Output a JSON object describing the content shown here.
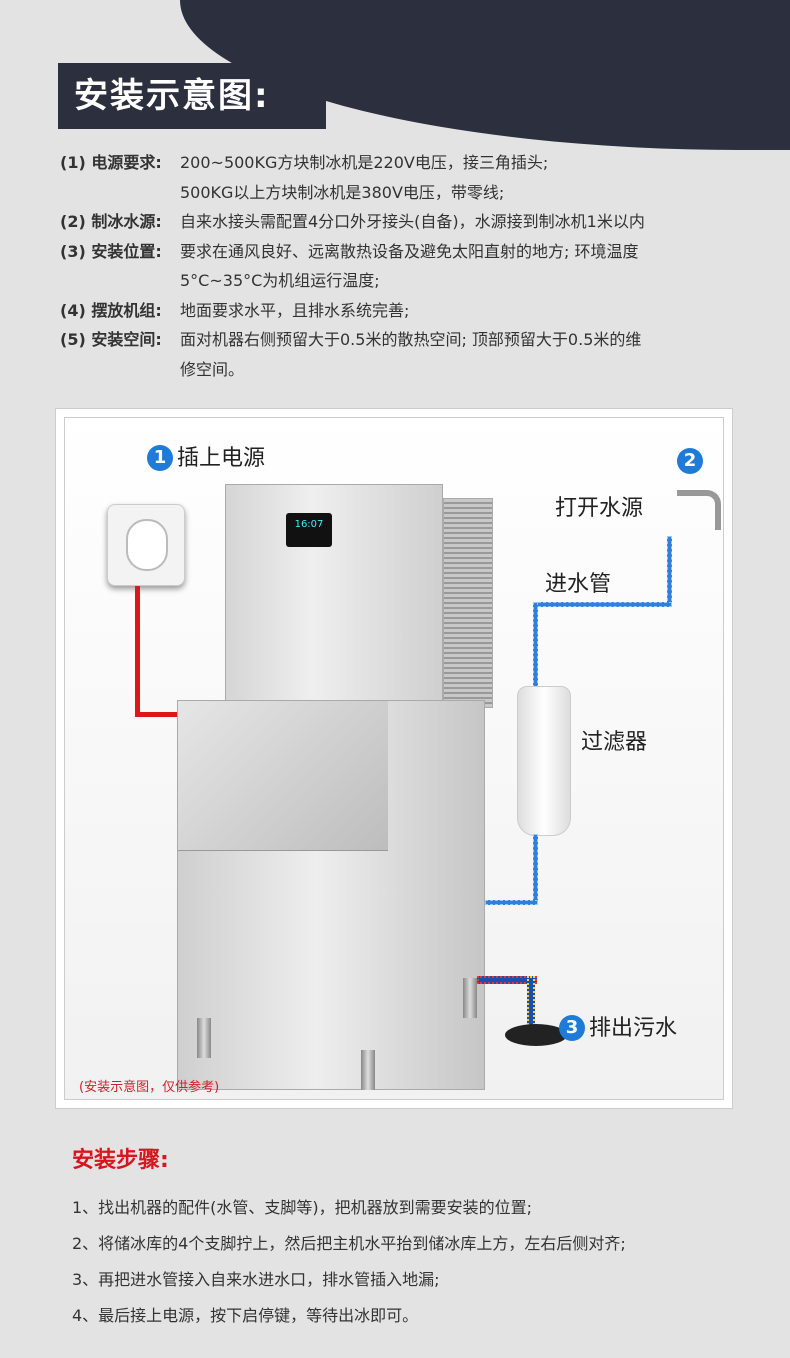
{
  "title": "安装示意图:",
  "requirements": [
    {
      "label": "(1) 电源要求:",
      "lines": [
        "200~500KG方块制冰机是220V电压，接三角插头;",
        "500KG以上方块制冰机是380V电压，带零线;"
      ]
    },
    {
      "label": "(2) 制冰水源:",
      "lines": [
        "自来水接头需配置4分口外牙接头(自备)，水源接到制冰机1米以内"
      ]
    },
    {
      "label": "(3) 安装位置:",
      "lines": [
        "要求在通风良好、远离散热设备及避免太阳直射的地方; 环境温度",
        "5°C~35°C为机组运行温度;"
      ]
    },
    {
      "label": "(4) 摆放机组:",
      "lines": [
        "地面要求水平，且排水系统完善;"
      ]
    },
    {
      "label": "(5) 安装空间:",
      "lines": [
        "面对机器右侧预留大于0.5米的散热空间; 顶部预留大于0.5米的维",
        "修空间。"
      ]
    }
  ],
  "diagram": {
    "step1_num": "1",
    "step1": "插上电源",
    "step2_num": "2",
    "step2": "打开水源",
    "inlet": "进水管",
    "filter": "过滤器",
    "step3_num": "3",
    "step3": "排出污水",
    "panel_display": "16:07",
    "note": "(安装示意图，仅供参考)",
    "colors": {
      "water": "#2d7fe0",
      "power": "#e0141b",
      "badge": "#1e7bd8"
    }
  },
  "steps": {
    "heading": "安装步骤:",
    "items": [
      "1、找出机器的配件(水管、支脚等)，把机器放到需要安装的位置;",
      "2、将储冰库的4个支脚拧上，然后把主机水平抬到储冰库上方，左右后侧对齐;",
      "3、再把进水管接入自来水进水口，排水管插入地漏;",
      "4、最后接上电源，按下启停键，等待出冰即可。"
    ]
  }
}
